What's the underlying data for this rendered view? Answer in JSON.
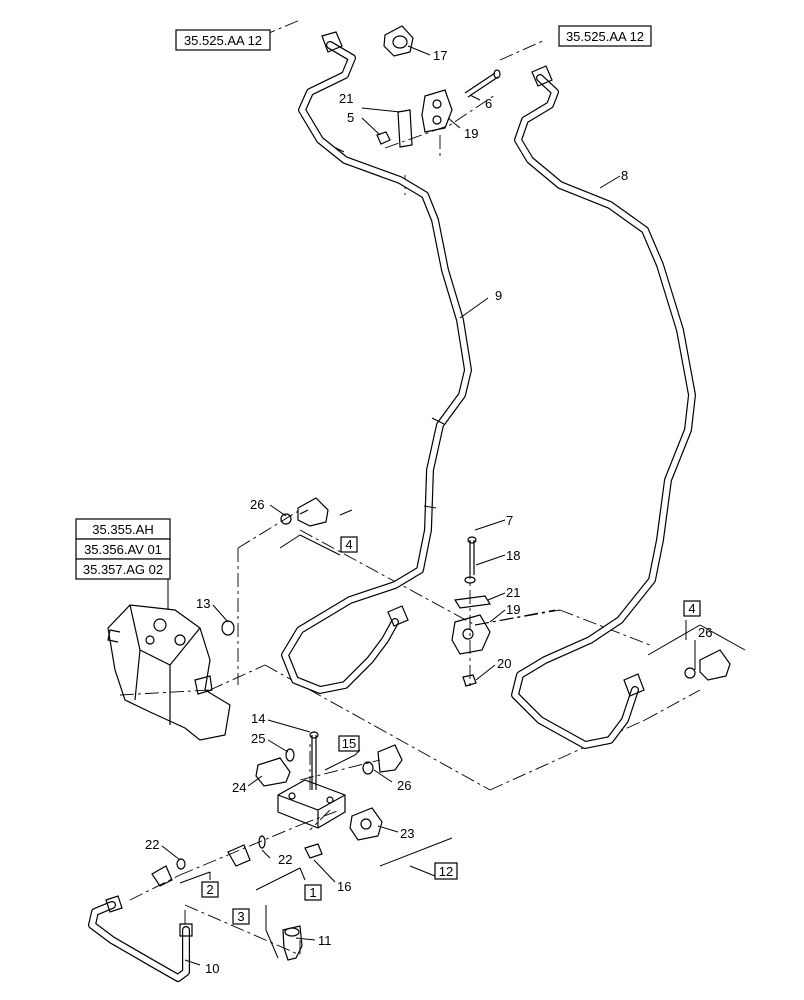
{
  "references": {
    "top_left": "35.525.AA 12",
    "top_right": "35.525.AA 12",
    "valve_stack": [
      "35.355.AH",
      "35.356.AV 01",
      "35.357.AG 02"
    ]
  },
  "callouts": {
    "c17": "17",
    "c6": "6",
    "c21a": "21",
    "c5": "5",
    "c19a": "19",
    "c8": "8",
    "c9": "9",
    "c26a": "26",
    "c4a": "4",
    "c7": "7",
    "c18": "18",
    "c21b": "21",
    "c19b": "19",
    "c20": "20",
    "c4b": "4",
    "c26b": "26",
    "c13": "13",
    "c14": "14",
    "c25": "25",
    "c15": "15",
    "c24": "24",
    "c26c": "26",
    "c23": "23",
    "c22a": "22",
    "c22b": "22",
    "c12": "12",
    "c16": "16",
    "c2": "2",
    "c1": "1",
    "c3": "3",
    "c11": "11",
    "c10": "10"
  }
}
